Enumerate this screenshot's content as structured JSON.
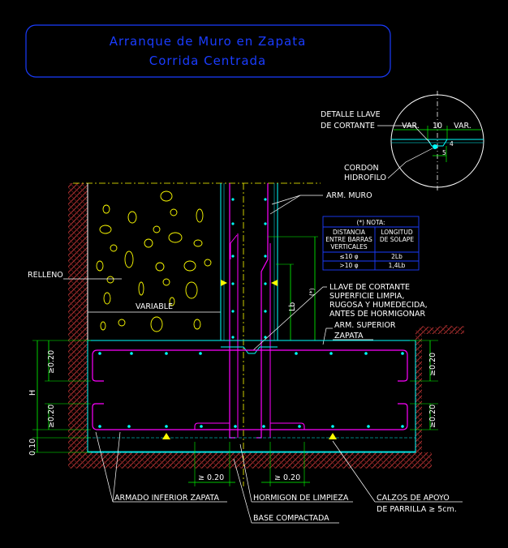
{
  "title": {
    "line1": "Arranque de Muro en Zapata",
    "line2": "Corrida Centrada"
  },
  "detail": {
    "label_line1": "DETALLE LLAVE",
    "label_line2": "DE CORTANTE",
    "var_left": "VAR.",
    "center": "10",
    "var_right": "VAR.",
    "dim_4": "4",
    "dim_5": "5",
    "cordon_line1": "CORDON",
    "cordon_line2": "HIDROFILO"
  },
  "labels": {
    "arm_muro": "ARM. MURO",
    "relleno": "RELLENO",
    "variable": "VARIABLE",
    "lb": "Lb",
    "asterisk": "(*)",
    "llave_line1": "LLAVE DE CORTANTE",
    "llave_line2": "SUPERFICIE LIMPIA,",
    "llave_line3": "RUGOSA Y HUMEDECIDA,",
    "llave_line4": "ANTES DE HORMIGONAR",
    "arm_superior": "ARM. SUPERIOR",
    "zapata": "ZAPATA",
    "h": "H",
    "dim_020_top_left": "≥0.20",
    "dim_020_bot_left": "≥0.20",
    "dim_020_top_right": "≥0.20",
    "dim_020_bot_right": "≥0.20",
    "dim_010": "0.10",
    "dim_020_bottom_left": "≥ 0.20",
    "dim_020_bottom_right": "≥ 0.20",
    "armado_inferior": "ARMADO INFERIOR ZAPATA",
    "hormigon_limpieza": "HORMIGON DE LIMPIEZA",
    "base_compactada": "BASE COMPACTADA",
    "calzos_line1": "CALZOS DE APOYO",
    "calzos_line2": "DE PARRILLA ≥ 5cm."
  },
  "note_table": {
    "title": "(*) NOTA:",
    "headers": [
      "DISTANCIA ENTRE BARRAS VERTICALES",
      "LONGITUD DE SOLAPE"
    ],
    "header_lines": [
      [
        "DISTANCIA",
        "ENTRE BARRAS",
        "VERTICALES"
      ],
      [
        "LONGITUD",
        "DE SOLAPE"
      ]
    ],
    "rows": [
      [
        "≤10 φ",
        "2Lb"
      ],
      [
        ">10 φ",
        "1,4Lb"
      ]
    ]
  },
  "colors": {
    "background": "#000000",
    "title_text": "#1a3cff",
    "frame": "#1a3cff",
    "rebar": "#ff00ff",
    "concrete": "#00ffff",
    "soil_hatch": "#b03030",
    "text_white": "#ffffff",
    "text_yellow": "#ffff00",
    "dims": "#00ff00",
    "rebar_dots": "#00ffff"
  }
}
